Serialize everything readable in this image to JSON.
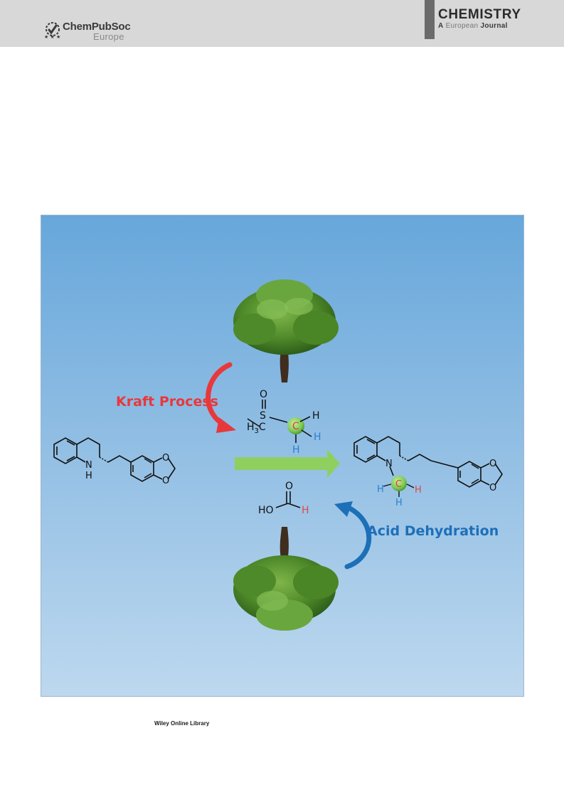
{
  "header": {
    "society_name": "ChemPubSoc",
    "society_sub": "Europe",
    "journal_title": "CHEMISTRY",
    "journal_subtitle_a": "A",
    "journal_subtitle_b": "European",
    "journal_subtitle_c": "Journal"
  },
  "figure": {
    "labels": {
      "kraft_process": "Kraft Process",
      "acid_dehydration": "Acid Dehydration"
    },
    "colors": {
      "kraft_red": "#e8383b",
      "acid_blue": "#1d6fb8",
      "reaction_arrow_green": "#8fcf5f",
      "highlight_green": "#7ecb57",
      "carbon_red": "#e23b3b",
      "hydrogen_blue": "#2a7fd2",
      "formyl_h_red": "#e04848",
      "sky_top": "#67a7db",
      "sky_bottom": "#bdd8ef"
    },
    "atoms": {
      "dmso_o": "O",
      "dmso_s": "S",
      "dmso_h3c": "H",
      "dmso_h3c_sub": "3",
      "dmso_h3c_c": "C",
      "dmso_c": "C",
      "dmso_h1": "H",
      "dmso_h2": "H",
      "dmso_h3": "H",
      "reactant_n": "N",
      "reactant_nh": "H",
      "reactant_o1": "O",
      "reactant_o2": "O",
      "product_n": "N",
      "product_o1": "O",
      "product_o2": "O",
      "product_c": "C",
      "product_h1": "H",
      "product_h2": "H",
      "product_h3": "H",
      "formic_o": "O",
      "formic_ho": "HO",
      "formic_h": "H"
    }
  },
  "footer": {
    "publisher": "Wiley Online Library"
  }
}
